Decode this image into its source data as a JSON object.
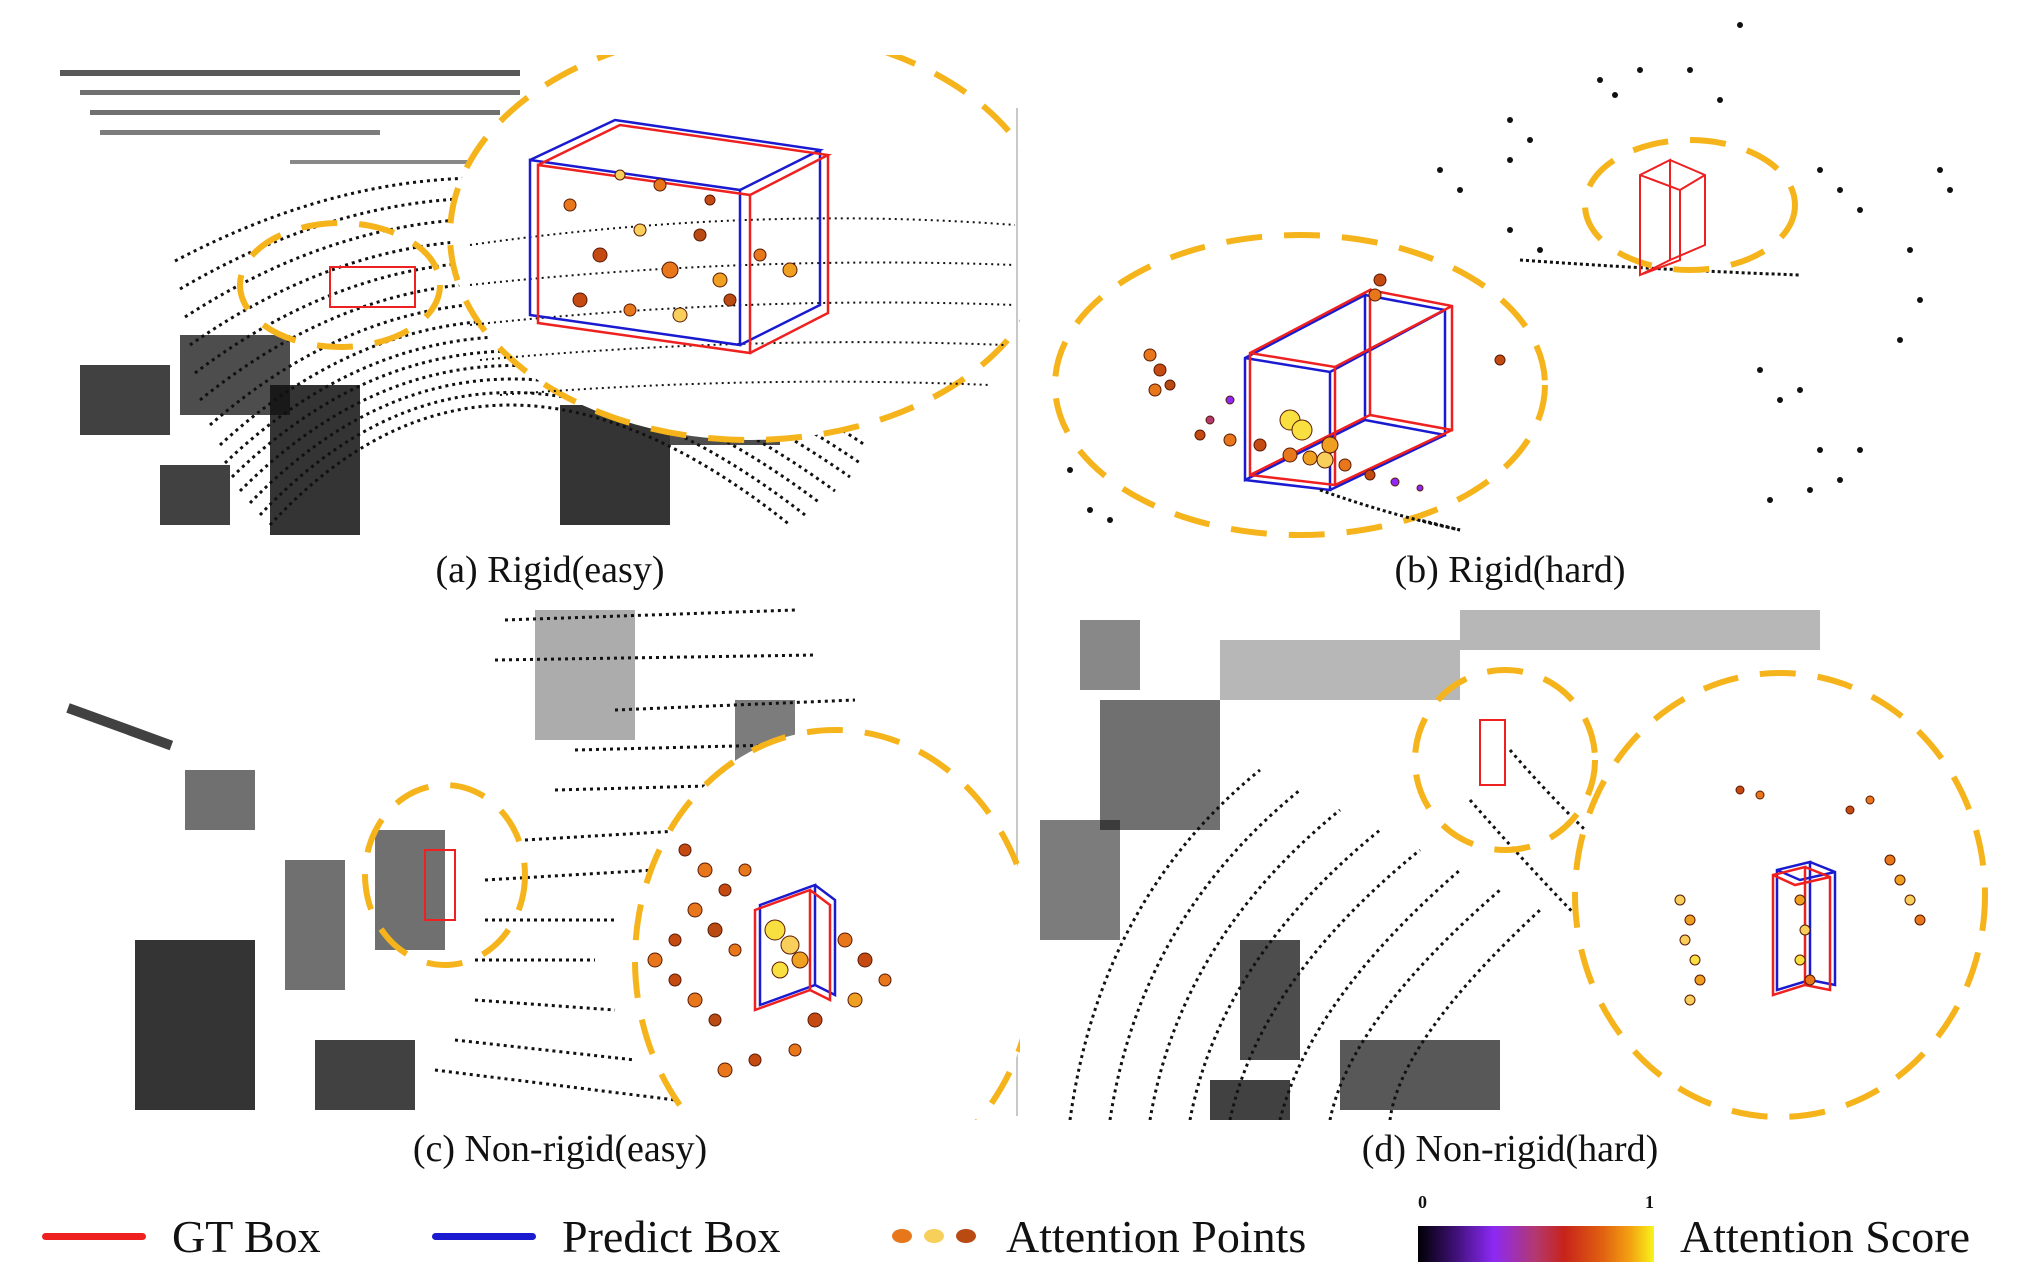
{
  "panels": [
    {
      "id": "a",
      "caption": "(a) Rigid(easy)"
    },
    {
      "id": "b",
      "caption": "(b) Rigid(hard)"
    },
    {
      "id": "c",
      "caption": "(c) Non-rigid(easy)"
    },
    {
      "id": "d",
      "caption": "(d) Non-rigid(hard)"
    }
  ],
  "legend": {
    "gt_box": {
      "label": "GT Box",
      "color": "#ee2020"
    },
    "predict_box": {
      "label": "Predict Box",
      "color": "#1a1ad0"
    },
    "attention_points": {
      "label": "Attention Points",
      "colors": [
        "#e8761a",
        "#f8cf5a",
        "#b84a12"
      ]
    },
    "attention_score": {
      "label": "Attention Score",
      "min_label": "0",
      "max_label": "1"
    }
  },
  "zoom_outline_color": "#f5b41c"
}
